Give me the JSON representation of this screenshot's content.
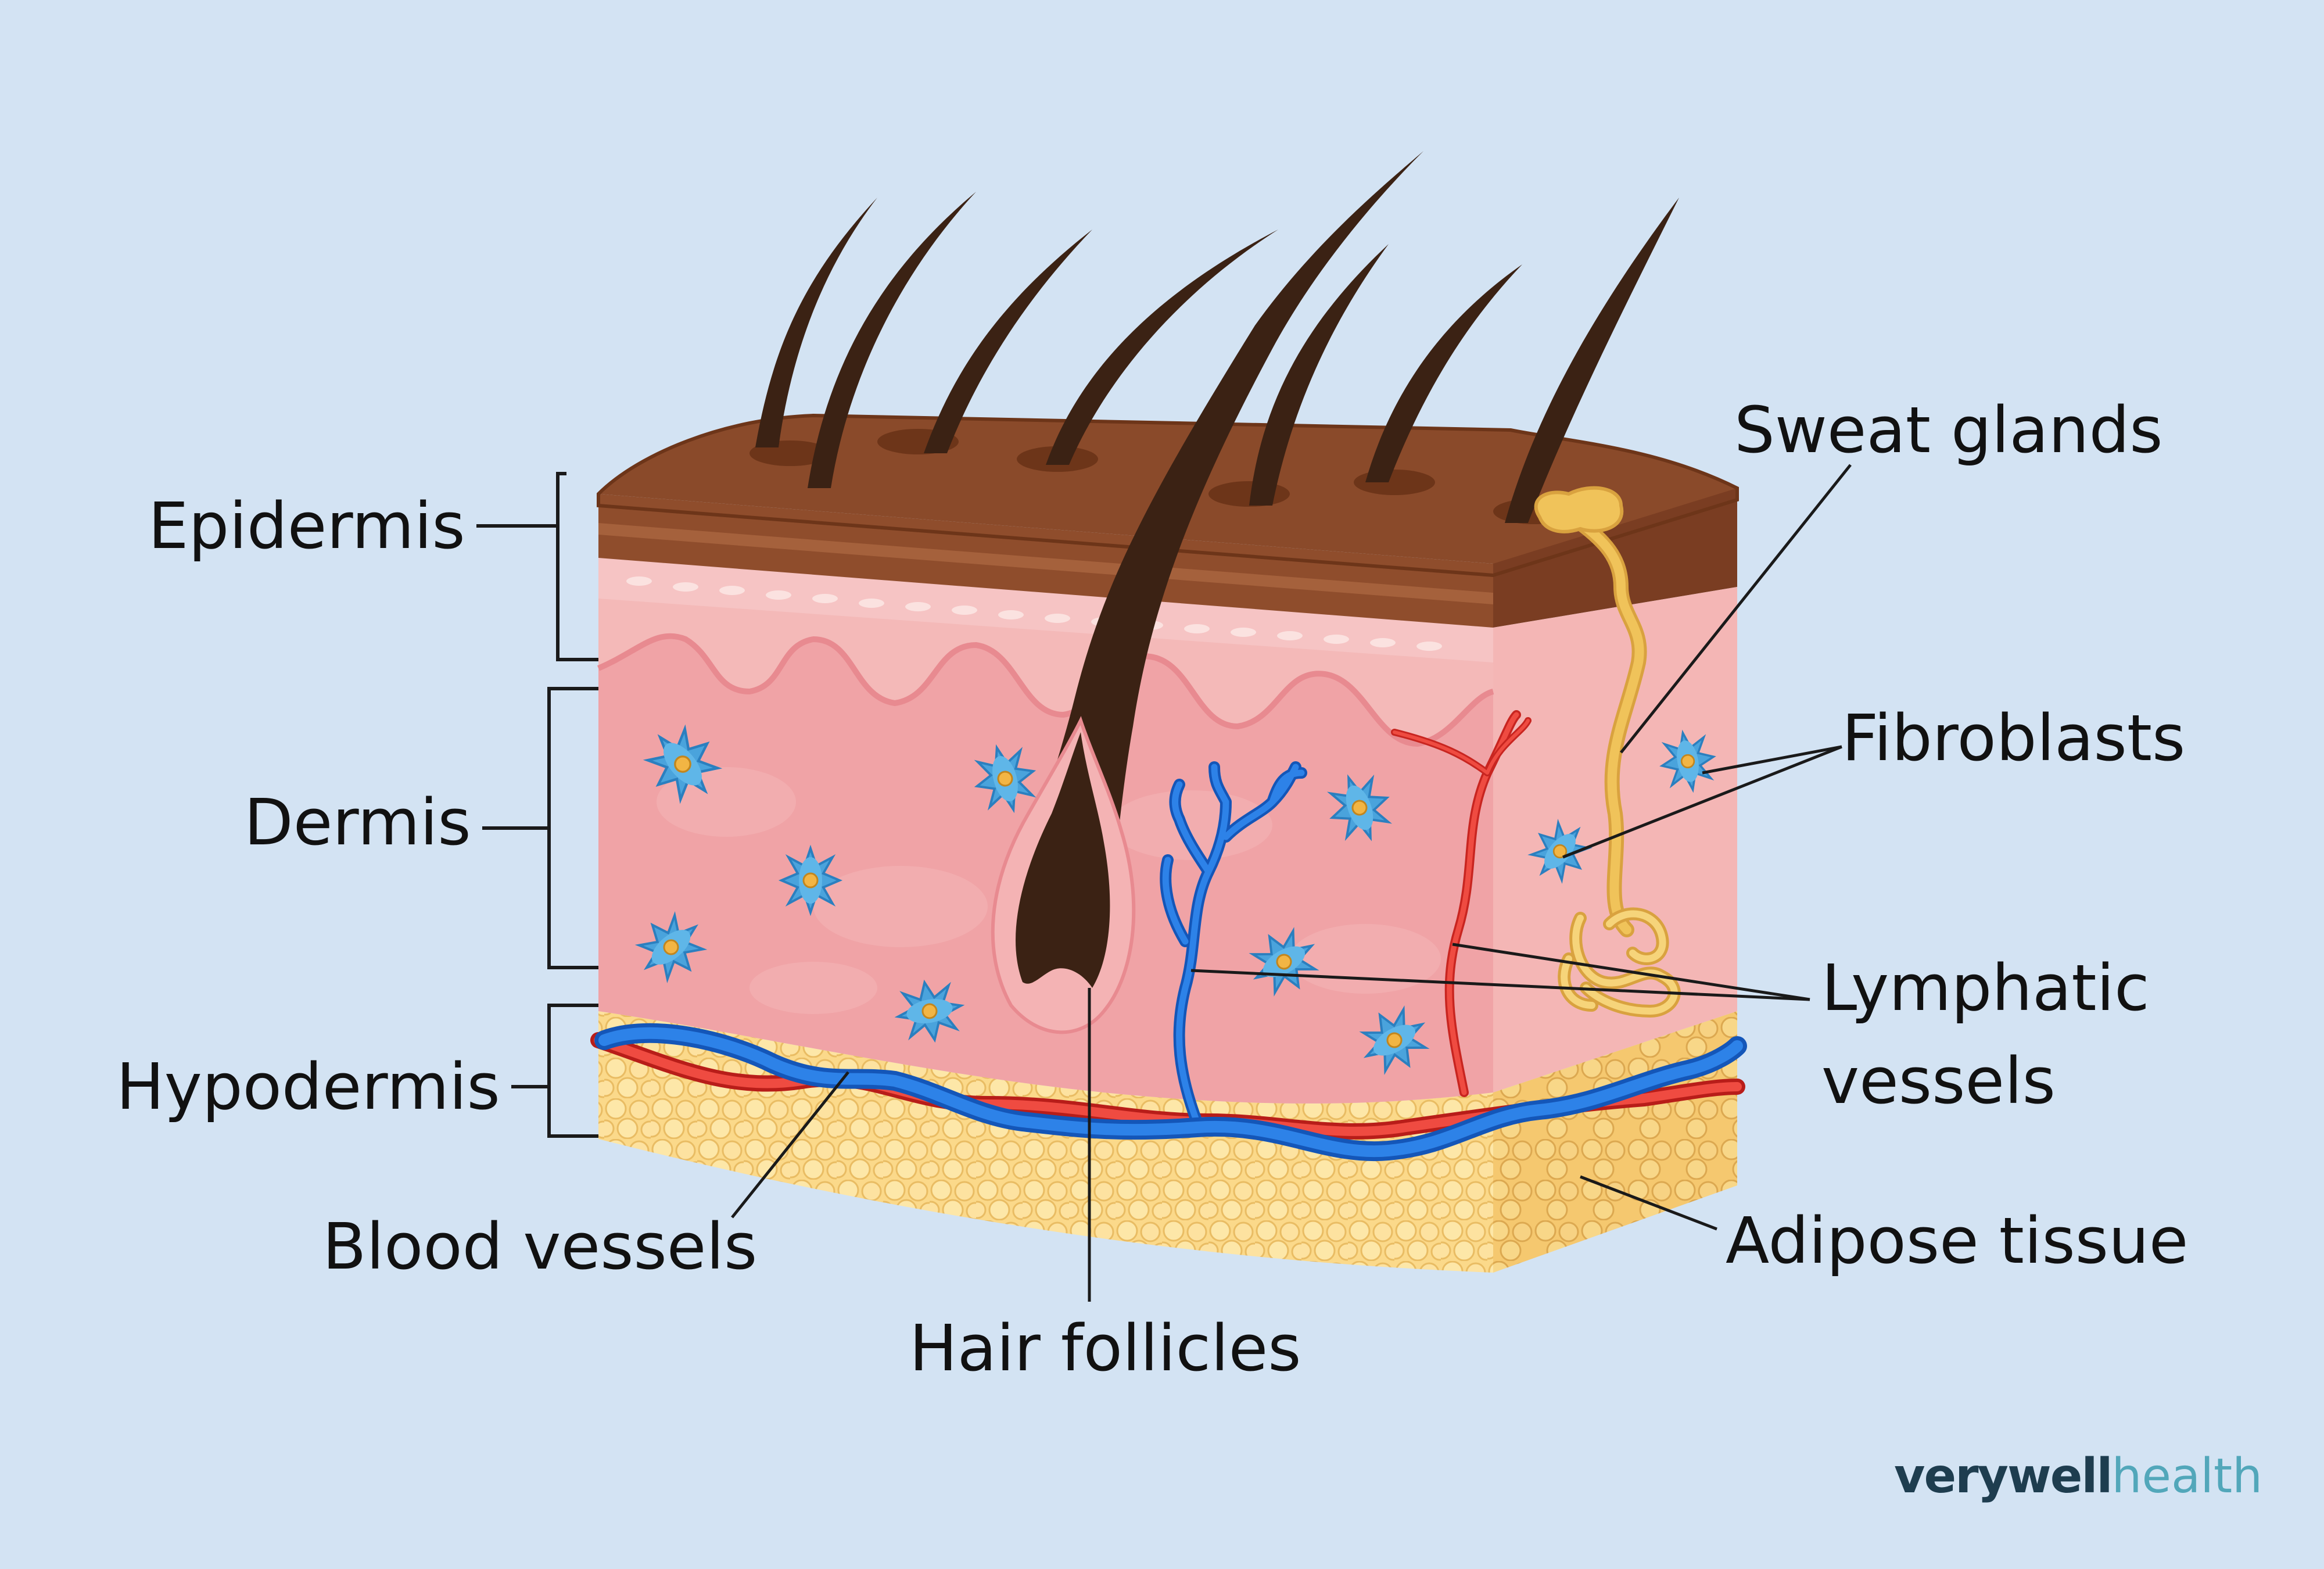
{
  "labels": {
    "epidermis": "Epidermis",
    "dermis": "Dermis",
    "hypodermis": "Hypodermis",
    "blood_vessels": "Blood vessels",
    "hair_follicles": "Hair follicles",
    "sweat_glands": "Sweat glands",
    "fibroblasts": "Fibroblasts",
    "lymphatic_vessels_line1": "Lymphatic",
    "lymphatic_vessels_line2": "vessels",
    "adipose_tissue": "Adipose tissue"
  },
  "brand": {
    "name_bold": "verywell",
    "name_light": "health"
  },
  "colors": {
    "background": "#d3e3f3",
    "epidermis_top": "#8a4a2a",
    "dermis": "#f0a3a6",
    "hypodermis_fat": "#fbd98a",
    "hair": "#3b2214",
    "lymph_vessel": "#1f6fd6",
    "blood_vessel": "#e5352e",
    "sweat_gland": "#f0c35a",
    "fibroblast": "#4aa3dc"
  }
}
